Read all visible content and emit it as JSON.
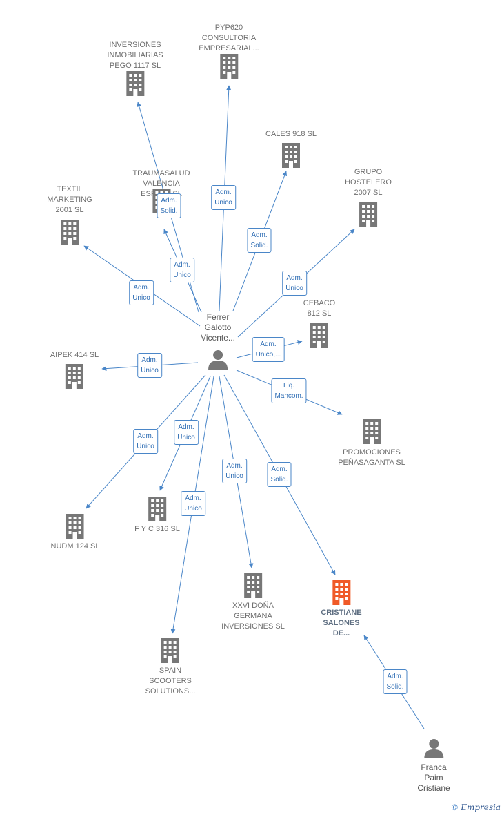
{
  "colors": {
    "edge": "#4a86c8",
    "building": "#777777",
    "highlight": "#f05a28",
    "person": "#777777"
  },
  "people": [
    {
      "id": "ferrer",
      "lines": [
        "Ferrer",
        "Galotto",
        "Vicente..."
      ],
      "icon": "person-icon"
    },
    {
      "id": "franca",
      "lines": [
        "Franca",
        "Paim",
        "Cristiane"
      ],
      "icon": "person-icon"
    }
  ],
  "companies": [
    {
      "id": "pego",
      "lines": [
        "INVERSIONES",
        "INMOBILIARIAS",
        "PEGO 1117 SL"
      ],
      "icon": "building-icon"
    },
    {
      "id": "pyp620",
      "lines": [
        "PYP620",
        "CONSULTORIA",
        "EMPRESARIAL..."
      ],
      "icon": "building-icon"
    },
    {
      "id": "cales",
      "lines": [
        "CALES 918 SL"
      ],
      "icon": "building-icon"
    },
    {
      "id": "traumasalud",
      "lines": [
        "TRAUMASALUD",
        "VALENCIA",
        "ESPAÑA SL"
      ],
      "icon": "building-icon"
    },
    {
      "id": "textil",
      "lines": [
        "TEXTIL",
        "MARKETING",
        "2001 SL"
      ],
      "icon": "building-icon"
    },
    {
      "id": "grupo",
      "lines": [
        "GRUPO",
        "HOSTELERO",
        "2007 SL"
      ],
      "icon": "building-icon"
    },
    {
      "id": "cebaco",
      "lines": [
        "CEBACO",
        "812 SL"
      ],
      "icon": "building-icon"
    },
    {
      "id": "aipek",
      "lines": [
        "AIPEK 414 SL"
      ],
      "icon": "building-icon"
    },
    {
      "id": "promociones",
      "lines": [
        "PROMOCIONES",
        "PEÑASAGANTA SL"
      ],
      "icon": "building-icon"
    },
    {
      "id": "fyc",
      "lines": [
        "F Y C 316 SL"
      ],
      "icon": "building-icon"
    },
    {
      "id": "nudm",
      "lines": [
        "NUDM 124 SL"
      ],
      "icon": "building-icon"
    },
    {
      "id": "xxvi",
      "lines": [
        "XXVI DOÑA",
        "GERMANA",
        "INVERSIONES SL"
      ],
      "icon": "building-icon"
    },
    {
      "id": "cristiane",
      "lines": [
        "CRISTIANE",
        "SALONES",
        "DE..."
      ],
      "icon": "building-icon",
      "highlight": true
    },
    {
      "id": "spain",
      "lines": [
        "SPAIN",
        "SCOOTERS",
        "SOLUTIONS..."
      ],
      "icon": "building-icon"
    }
  ],
  "edges": [
    {
      "id": "e-pego",
      "lines": [
        "Adm.",
        "Solid."
      ]
    },
    {
      "id": "e-pyp620",
      "lines": [
        "Adm.",
        "Unico"
      ]
    },
    {
      "id": "e-cales",
      "lines": [
        "Adm.",
        "Solid."
      ]
    },
    {
      "id": "e-trauma",
      "lines": [
        "Adm.",
        "Unico"
      ]
    },
    {
      "id": "e-textil",
      "lines": [
        "Adm.",
        "Unico"
      ]
    },
    {
      "id": "e-grupo",
      "lines": [
        "Adm.",
        "Unico"
      ]
    },
    {
      "id": "e-cebaco",
      "lines": [
        "Adm.",
        "Unico,..."
      ]
    },
    {
      "id": "e-aipek",
      "lines": [
        "Adm.",
        "Unico"
      ]
    },
    {
      "id": "e-promociones",
      "lines": [
        "Liq.",
        "Mancom."
      ]
    },
    {
      "id": "e-nudm",
      "lines": [
        "Adm.",
        "Unico"
      ]
    },
    {
      "id": "e-fyc",
      "lines": [
        "Adm.",
        "Unico"
      ]
    },
    {
      "id": "e-spain",
      "lines": [
        "Adm.",
        "Unico"
      ]
    },
    {
      "id": "e-xxvi",
      "lines": [
        "Adm.",
        "Unico"
      ]
    },
    {
      "id": "e-cristiane",
      "lines": [
        "Adm.",
        "Solid."
      ]
    },
    {
      "id": "e-franca",
      "lines": [
        "Adm.",
        "Solid."
      ]
    }
  ],
  "brand": {
    "copyright": "©",
    "name": "Empresia"
  }
}
